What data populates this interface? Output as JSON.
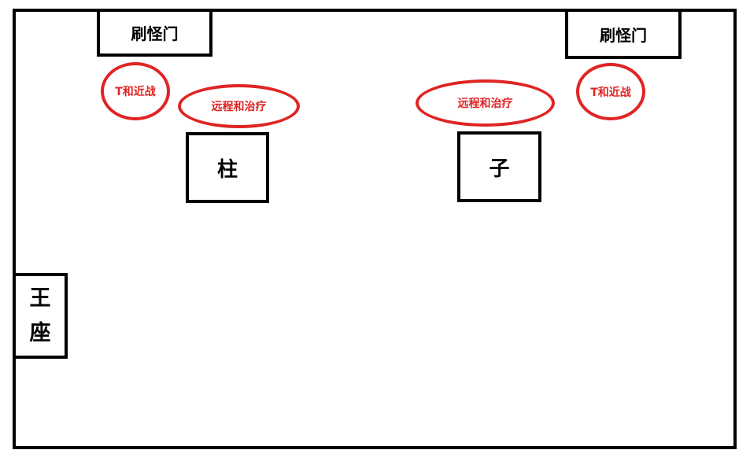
{
  "colors": {
    "outline": "#000000",
    "marker": "#e02424",
    "background": "#ffffff"
  },
  "spawn_doors": {
    "left_label": "刷怪门",
    "right_label": "刷怪门"
  },
  "groups": {
    "left_tank_melee": "T和近战",
    "left_ranged_heal": "远程和治疗",
    "right_ranged_heal": "远程和治疗",
    "right_tank_melee": "T和近战"
  },
  "pillars": {
    "left_label": "柱",
    "right_label": "子"
  },
  "throne": {
    "line1": "王",
    "line2": "座"
  }
}
